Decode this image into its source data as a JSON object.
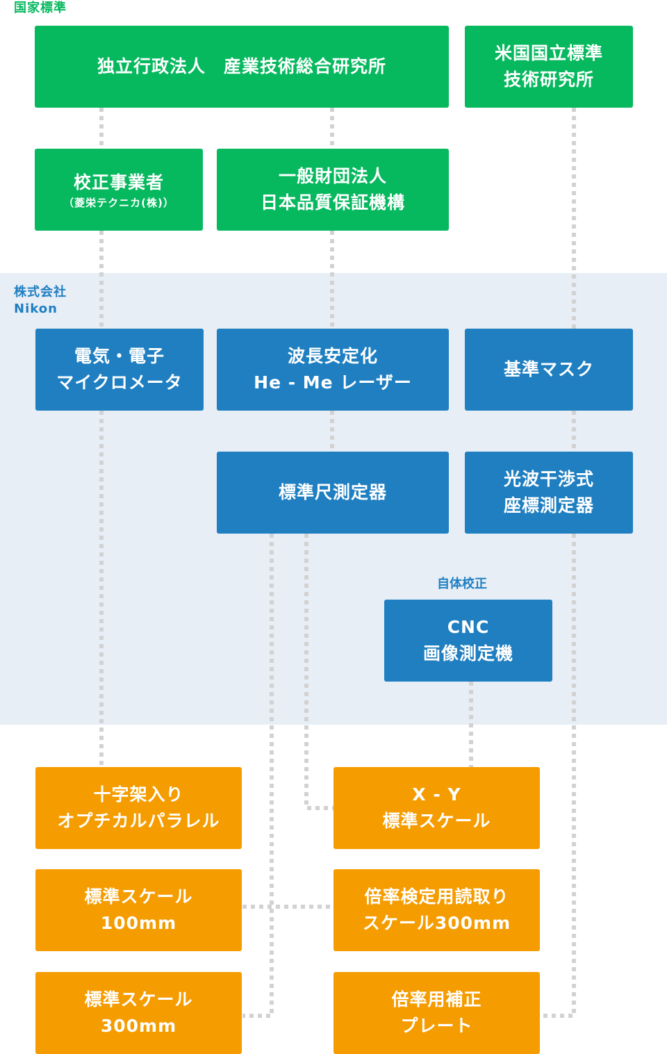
{
  "colors": {
    "national": "#06b85e",
    "nikon": "#1f7fc1",
    "product": "#f59c00",
    "band": "#e7eef6",
    "connector": "#d2d2d2",
    "label_green": "#06b85e",
    "label_blue": "#1f7fc1"
  },
  "sections": {
    "national": "国家標準",
    "nikon_line1": "株式会社",
    "nikon_line2": "Nikon"
  },
  "nodes": {
    "aist": {
      "line1": "独立行政法人　産業技術総合研究所"
    },
    "nist": {
      "line1": "米国国立標準",
      "line2": "技術研究所"
    },
    "calib": {
      "line1": "校正事業者",
      "sub": "（菱栄テクニカ(株)）"
    },
    "jqa": {
      "line1": "一般財団法人",
      "line2": "日本品質保証機構"
    },
    "micrometer": {
      "line1": "電気・電子",
      "line2": "マイクロメータ"
    },
    "laser": {
      "line1": "波長安定化",
      "line2": "He - Me レーザー"
    },
    "mask": {
      "line1": "基準マスク"
    },
    "scale_meter": {
      "line1": "標準尺測定器"
    },
    "coord": {
      "line1": "光波干渉式",
      "line2": "座標測定器"
    },
    "cnc": {
      "line1": "CNC",
      "line2": "画像測定機"
    },
    "cross": {
      "line1": "十字架入り",
      "line2": "オプチカルパラレル"
    },
    "xy": {
      "line1": "X - Y",
      "line2": "標準スケール"
    },
    "scale100": {
      "line1": "標準スケール",
      "line2": "100mm"
    },
    "mag_scale": {
      "line1": "倍率検定用読取り",
      "line2": "スケール300mm"
    },
    "scale300": {
      "line1": "標準スケール",
      "line2": "300mm"
    },
    "mag_plate": {
      "line1": "倍率用補正",
      "line2": "プレート"
    }
  },
  "self_calibration_label": "自体校正"
}
